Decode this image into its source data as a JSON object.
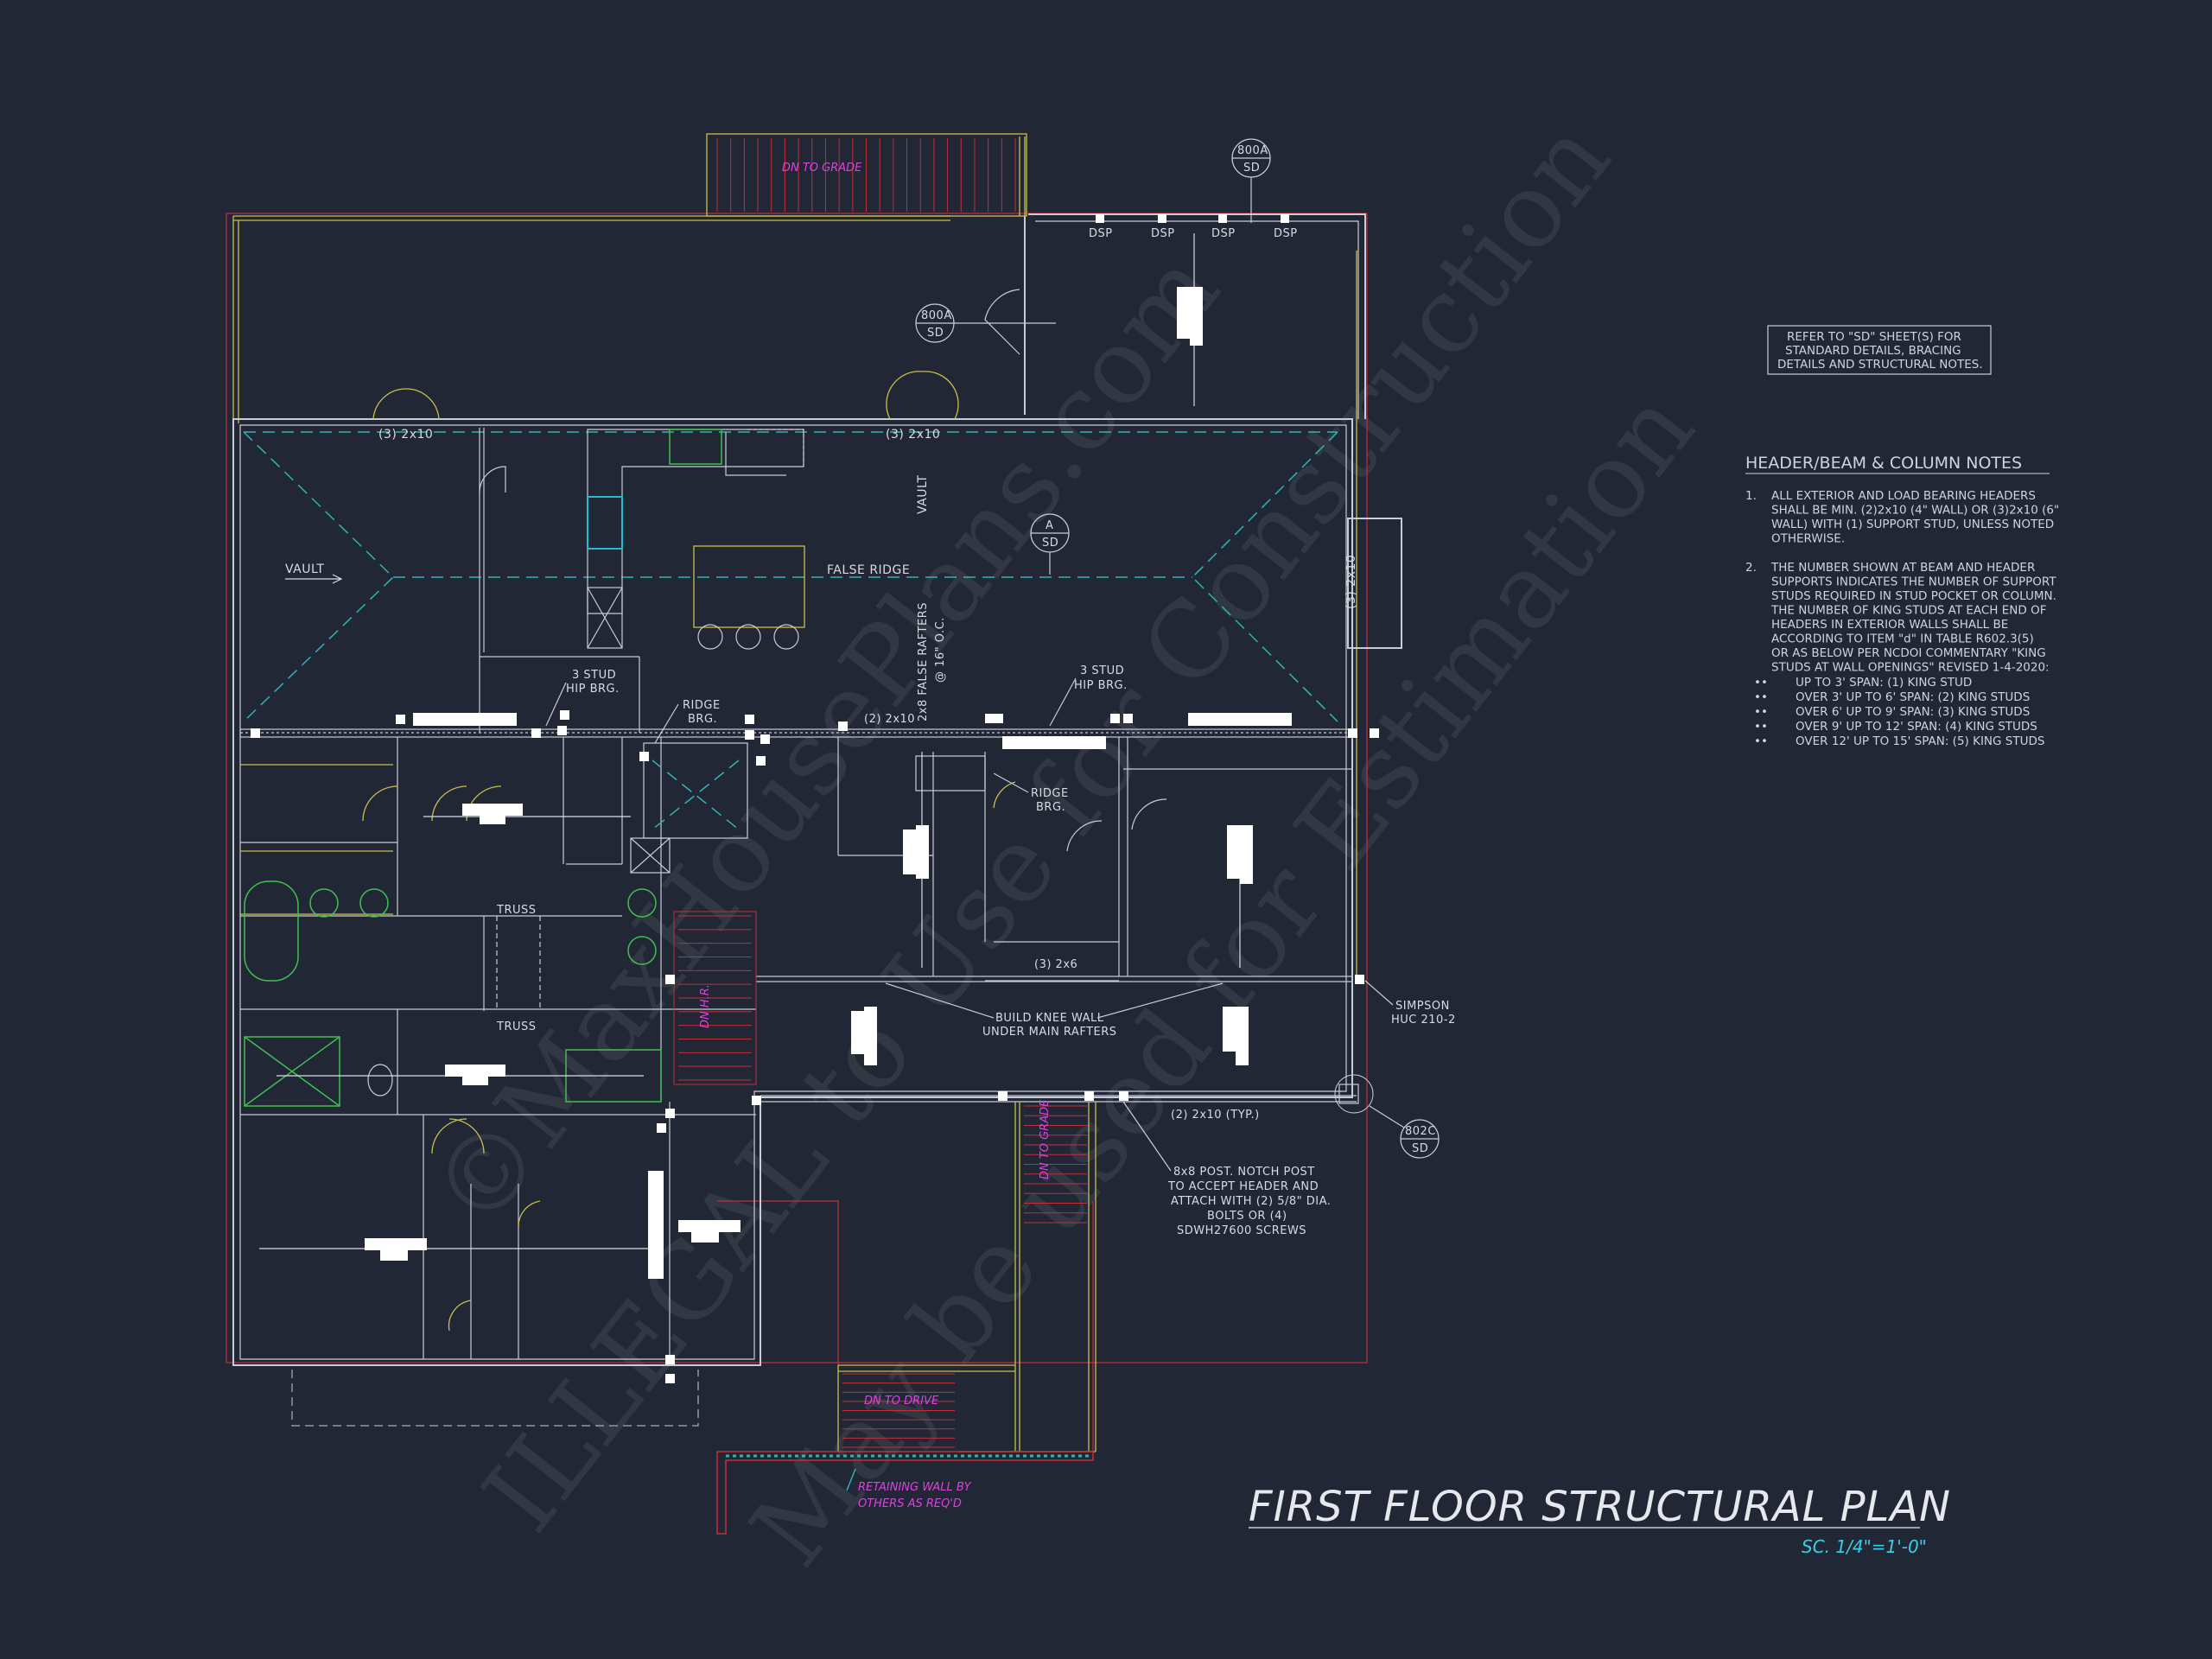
{
  "title": {
    "main": "FIRST FLOOR STRUCTURAL PLAN",
    "scale": "SC. 1/4\"=1'-0\""
  },
  "colors": {
    "background": "#222736",
    "walls": "#c9ccd6",
    "framing_yellow": "#c9c04a",
    "property_red": "#c0303a",
    "ridge_cyan": "#2fb3b3",
    "annotation_magenta": "#e040e0",
    "scale_cyan": "#33d1e8",
    "fixture_green": "#3fbf4f"
  },
  "reference_box": {
    "lines": [
      "REFER TO \"SD\" SHEET(S) FOR",
      "STANDARD DETAILS, BRACING",
      "DETAILS AND STRUCTURAL NOTES."
    ]
  },
  "notes": {
    "heading": "HEADER/BEAM & COLUMN NOTES",
    "note1_num": "1.",
    "note1_lines": [
      "ALL EXTERIOR AND LOAD BEARING HEADERS",
      "SHALL BE MIN. (2)2x10 (4\" WALL) OR (3)2x10 (6\"",
      "WALL) WITH (1) SUPPORT STUD, UNLESS NOTED",
      "OTHERWISE."
    ],
    "note2_num": "2.",
    "note2_lines": [
      "THE NUMBER SHOWN AT BEAM AND HEADER",
      "SUPPORTS INDICATES THE NUMBER OF SUPPORT",
      "STUDS REQUIRED IN STUD POCKET OR COLUMN.",
      "THE NUMBER OF KING STUDS AT EACH END OF",
      "HEADERS IN EXTERIOR WALLS SHALL BE",
      "ACCORDING TO ITEM \"d\" IN TABLE R602.3(5)",
      "OR AS BELOW PER NCDOI COMMENTARY \"KING",
      "STUDS AT WALL OPENINGS\" REVISED 1-4-2020:"
    ],
    "bullets": [
      "UP TO 3' SPAN: (1) KING STUD",
      "OVER 3' UP TO 6' SPAN: (2) KING STUDS",
      "OVER 6' UP TO 9' SPAN: (3) KING STUDS",
      "OVER 9' UP TO 12' SPAN: (4) KING STUDS",
      "OVER 12' UP TO 15' SPAN: (5) KING STUDS"
    ]
  },
  "plan_labels": {
    "dn_to_grade_top": "DN TO GRADE",
    "dn_to_grade_right": "DN TO GRADE",
    "dn_to_drive": "DN TO DRIVE",
    "dn_hr": "DN H.R.",
    "retaining_1": "RETAINING WALL BY",
    "retaining_2": "OTHERS AS REQ'D",
    "dsp": "DSP",
    "header_left": "(3) 2x10",
    "header_mid": "(3) 2x10",
    "header_right_vert": "(3) 2x10",
    "header_2x10": "(2) 2x10",
    "header_2x6": "(3) 2x6",
    "header_typ": "(2) 2x10 (TYP.)",
    "vault_left": "VAULT",
    "vault_vert": "VAULT",
    "false_ridge": "FALSE RIDGE",
    "rafters_1": "2x8 FALSE RAFTERS",
    "rafters_2": "@ 16\" O.C.",
    "stud_hip_1a": "3 STUD",
    "stud_hip_1b": "HIP BRG.",
    "stud_hip_2a": "3 STUD",
    "stud_hip_2b": "HIP BRG.",
    "ridge_brg_1a": "RIDGE",
    "ridge_brg_1b": "BRG.",
    "ridge_brg_2a": "RIDGE",
    "ridge_brg_2b": "BRG.",
    "truss_1": "TRUSS",
    "truss_2": "TRUSS",
    "knee_1": "BUILD KNEE WALL",
    "knee_2": "UNDER MAIN RAFTERS",
    "simpson_1": "SIMPSON",
    "simpson_2": "HUC 210-2",
    "post_1": "8x8 POST. NOTCH POST",
    "post_2": "TO ACCEPT HEADER AND",
    "post_3": "ATTACH WITH (2) 5/8\" DIA.",
    "post_4": "BOLTS OR (4)",
    "post_5": "SDWH27600 SCREWS"
  },
  "callouts": {
    "c800a_top_num": "800A",
    "c800a_top_sheet": "SD",
    "c800a_left_num": "800A",
    "c800a_left_sheet": "SD",
    "ca_num": "A",
    "ca_sheet": "SD",
    "c802c_num": "802C",
    "c802c_sheet": "SD"
  },
  "watermark": {
    "line1": "©MaxHousePlans.com",
    "line2": "ILLEGAL to Use for Construction",
    "line3": "May be used for Estimation"
  }
}
